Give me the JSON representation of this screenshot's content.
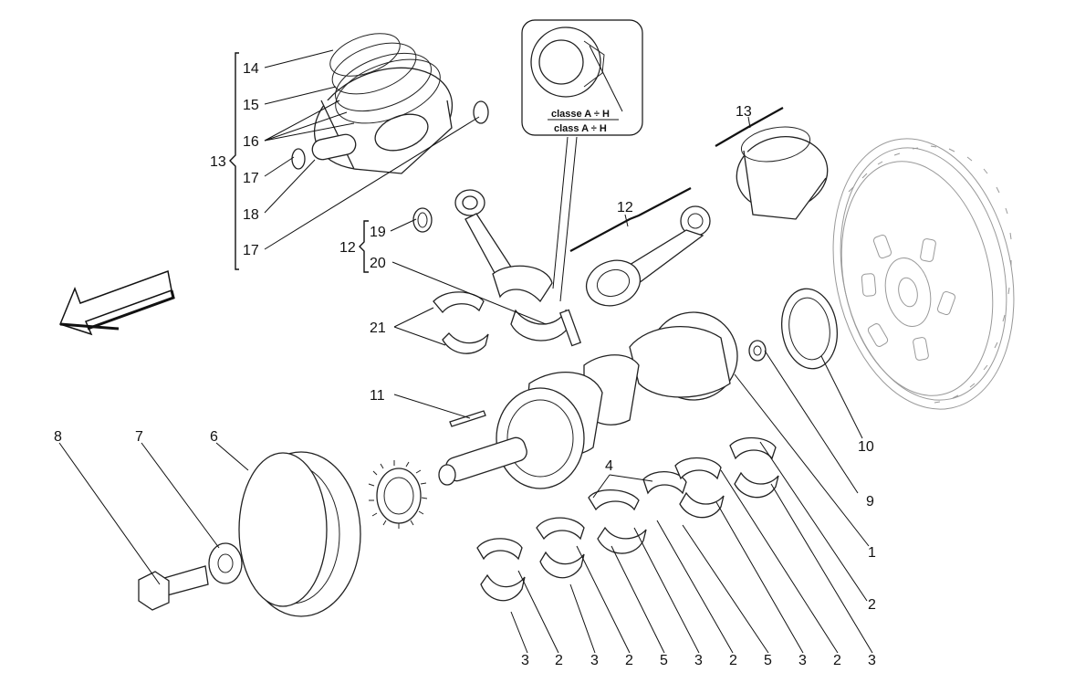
{
  "callouts": {
    "c1": "1",
    "c2": "2",
    "c3": "3",
    "c4": "4",
    "c5": "5",
    "c6": "6",
    "c7": "7",
    "c8": "8",
    "c9": "9",
    "c10": "10",
    "c11": "11",
    "c12": "12",
    "c13": "13",
    "c14": "14",
    "c15": "15",
    "c16": "16",
    "c17": "17",
    "c18": "18",
    "c19": "19",
    "c20": "20",
    "c21": "21"
  },
  "inset": {
    "line1": "classe A ÷ H",
    "line2": "class A ÷ H"
  }
}
